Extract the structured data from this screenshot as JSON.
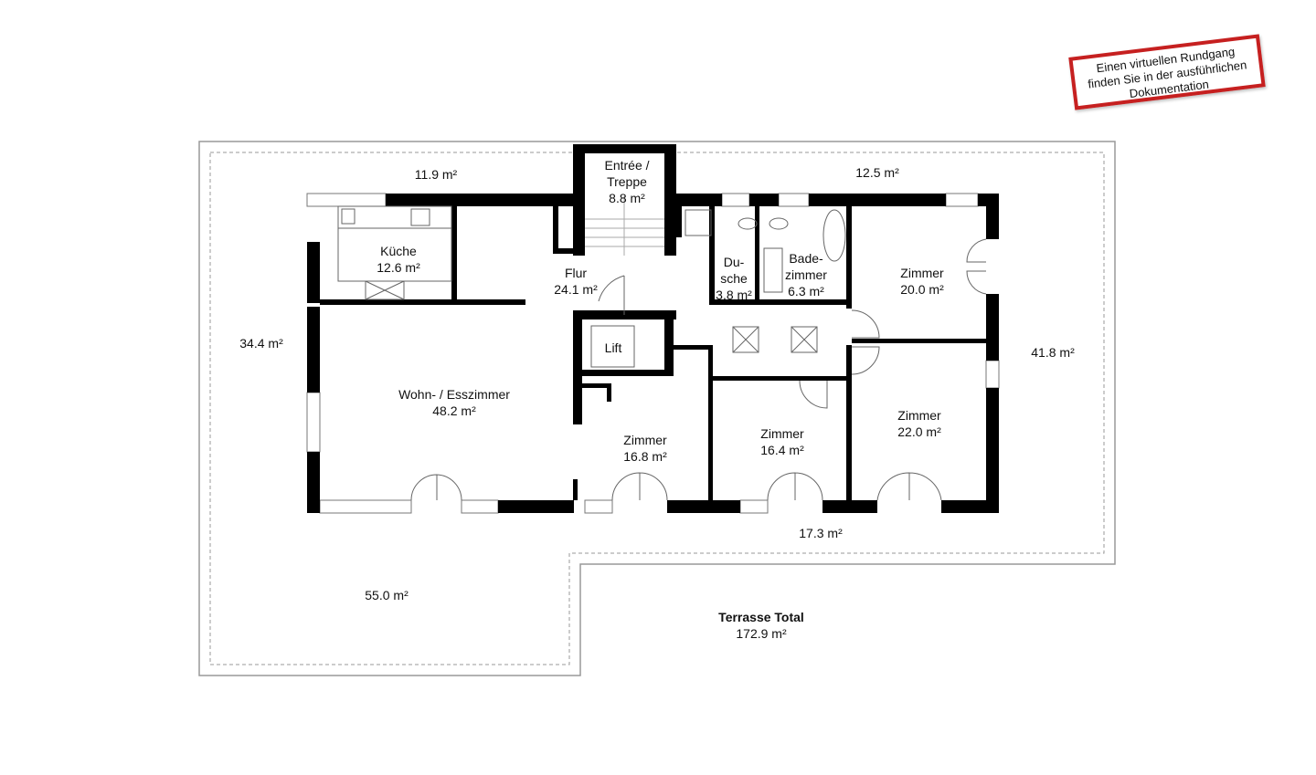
{
  "stamp": {
    "lines": [
      "Einen virtuellen Rundgang",
      "finden Sie in der ausführlichen",
      "Dokumentation"
    ],
    "color": "#c62020"
  },
  "rooms": [
    {
      "name": "Entrée /",
      "name2": "Treppe",
      "area": "8.8 m²"
    },
    {
      "name": "Küche",
      "area": "12.6 m²"
    },
    {
      "name": "Flur",
      "area": "24.1 m²"
    },
    {
      "name": "Du-",
      "name2": "sche",
      "area": "3.8 m²"
    },
    {
      "name": "Bade-",
      "name2": "zimmer",
      "area": "6.3 m²"
    },
    {
      "name": "Zimmer",
      "area": "20.0 m²"
    },
    {
      "name": "Lift"
    },
    {
      "name": "Wohn- / Esszimmer",
      "area": "48.2 m²"
    },
    {
      "name": "Zimmer",
      "area": "16.8 m²"
    },
    {
      "name": "Zimmer",
      "area": "16.4 m²"
    },
    {
      "name": "Zimmer",
      "area": "22.0 m²"
    }
  ],
  "terraces": [
    {
      "area": "11.9 m²"
    },
    {
      "area": "12.5 m²"
    },
    {
      "area": "34.4 m²"
    },
    {
      "area": "41.8 m²"
    },
    {
      "area": "17.3 m²"
    },
    {
      "area": "55.0 m²"
    }
  ],
  "terrace_total": {
    "label": "Terrasse Total",
    "area": "172.9 m²"
  }
}
